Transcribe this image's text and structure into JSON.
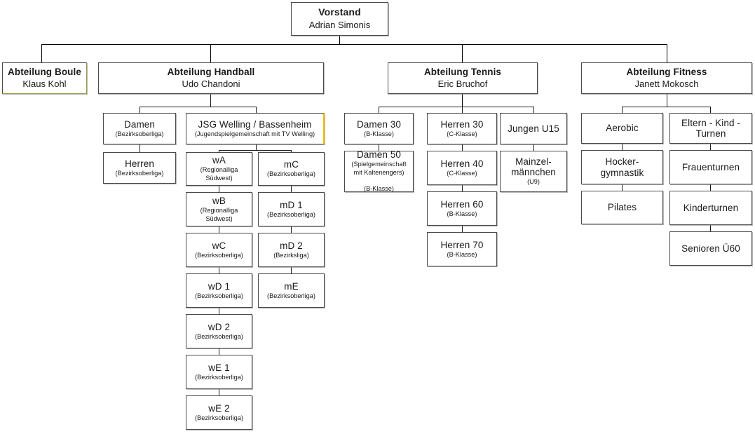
{
  "meta": {
    "title": "Vereins-Organigramm",
    "accent_olive": "#9a9a3c",
    "accent_gold": "#f2c200",
    "line_color": "#1c1c1c",
    "box_border": "#4a4a4a"
  },
  "root": {
    "title": "Vorstand",
    "name": "Adrian Simonis"
  },
  "departments": [
    {
      "key": "boule",
      "title": "Abteilung Boule",
      "name": "Klaus Kohl",
      "teams": []
    },
    {
      "key": "handball",
      "title": "Abteilung Handball",
      "name": "Udo Chandoni",
      "teams": [
        {
          "title": "Damen",
          "sub": "(Bezirksoberliga)"
        },
        {
          "title": "Herren",
          "sub": "(Bezirksoberliga)"
        },
        {
          "title": "JSG Welling / Bassenheim",
          "sub": "(Jugendspielgemeinschaft mit TV Welling)"
        },
        {
          "title": "wA",
          "sub": "(Regionalliga\nSüdwest)"
        },
        {
          "title": "wB",
          "sub": "(Regionalliga\nSüdwest)"
        },
        {
          "title": "wC",
          "sub": "(Bezirksoberliga)"
        },
        {
          "title": "wD 1",
          "sub": "(Bezirksoberliga)"
        },
        {
          "title": "wD 2",
          "sub": "(Bezirksoberliga)"
        },
        {
          "title": "wE 1",
          "sub": "(Bezirksoberliga)"
        },
        {
          "title": "wE 2",
          "sub": "(Bezirksoberliga)"
        },
        {
          "title": "mC",
          "sub": "(Bezirksoberliga)"
        },
        {
          "title": "mD 1",
          "sub": "(Bezirksoberliga)"
        },
        {
          "title": "mD 2",
          "sub": "(Bezirksliga)"
        },
        {
          "title": "mE",
          "sub": "(Bezirksoberliga)"
        }
      ]
    },
    {
      "key": "tennis",
      "title": "Abteilung Tennis",
      "name": "Eric Bruchof",
      "teams": [
        {
          "title": "Damen 30",
          "sub": "(B-Klasse)"
        },
        {
          "title": "Damen 50",
          "sub": "(Spielgemeinschaft\nmit Kaltenengers)\n\n(B-Klasse)"
        },
        {
          "title": "Herren 30",
          "sub": "(C-Klasse)"
        },
        {
          "title": "Herren 40",
          "sub": "(C-Klasse)"
        },
        {
          "title": "Herren 60",
          "sub": "(B-Klasse)"
        },
        {
          "title": "Herren 70",
          "sub": "(B-Klasse)"
        },
        {
          "title": "Jungen U15",
          "sub": ""
        },
        {
          "title": "Mainzel-\nmännchen",
          "sub": "(U9)"
        }
      ]
    },
    {
      "key": "fitness",
      "title": "Abteilung Fitness",
      "name": "Janett Mokosch",
      "teams": [
        {
          "title": "Aerobic",
          "sub": ""
        },
        {
          "title": "Hocker-\ngymnastik",
          "sub": ""
        },
        {
          "title": "Pilates",
          "sub": ""
        },
        {
          "title": "Eltern - Kind -\nTurnen",
          "sub": ""
        },
        {
          "title": "Frauenturnen",
          "sub": ""
        },
        {
          "title": "Kinderturnen",
          "sub": ""
        },
        {
          "title": "Senioren Ü60",
          "sub": ""
        }
      ]
    }
  ]
}
